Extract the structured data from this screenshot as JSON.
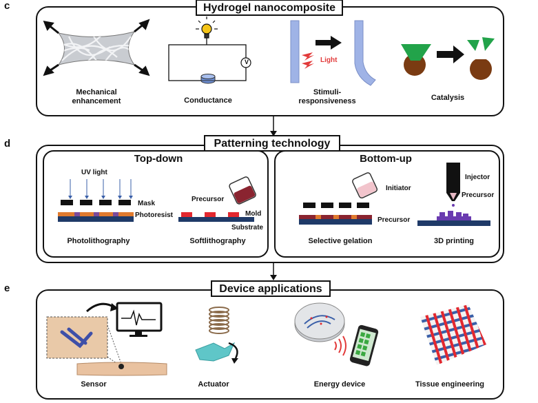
{
  "panel_c": {
    "letter": "c",
    "title": "Hydrogel nanocomposite",
    "items": [
      {
        "label_line1": "Mechanical",
        "label_line2": "enhancement"
      },
      {
        "label_line1": "Conductance",
        "label_line2": ""
      },
      {
        "label_line1": "Stimuli-",
        "label_line2": "responsiveness"
      },
      {
        "label_line1": "Catalysis",
        "label_line2": ""
      }
    ],
    "voltmeter_symbol": "V",
    "light_text": "Light"
  },
  "panel_d": {
    "letter": "d",
    "title": "Patterning technology",
    "top_down": {
      "title": "Top-down",
      "uv_light": "UV light",
      "mask": "Mask",
      "photoresist": "Photoresist",
      "precursor": "Precursor",
      "mold": "Mold",
      "substrate": "Substrate",
      "photolithography": "Photolithography",
      "softlithography": "Softlithography"
    },
    "bottom_up": {
      "title": "Bottom-up",
      "initiator": "Initiator",
      "precursor_left": "Precursor",
      "injector": "Injector",
      "precursor_right": "Precursor",
      "selective_gelation": "Selective gelation",
      "printing_3d": "3D printing"
    }
  },
  "panel_e": {
    "letter": "e",
    "title": "Device applications",
    "items": [
      "Sensor",
      "Actuator",
      "Energy device",
      "Tissue engineering"
    ]
  },
  "colors": {
    "outline": "#111111",
    "substrate_navy": "#1f3a68",
    "photoresist_orange": "#e07a2e",
    "mold_red": "#e3282f",
    "gel_green": "#22a34a",
    "catalyst_brown": "#7a3b12",
    "bent_blue": "#9fb3e6",
    "light_red": "#e23a3a",
    "uv_blue": "#3a5fa8",
    "print_purple": "#6a3bb0"
  }
}
